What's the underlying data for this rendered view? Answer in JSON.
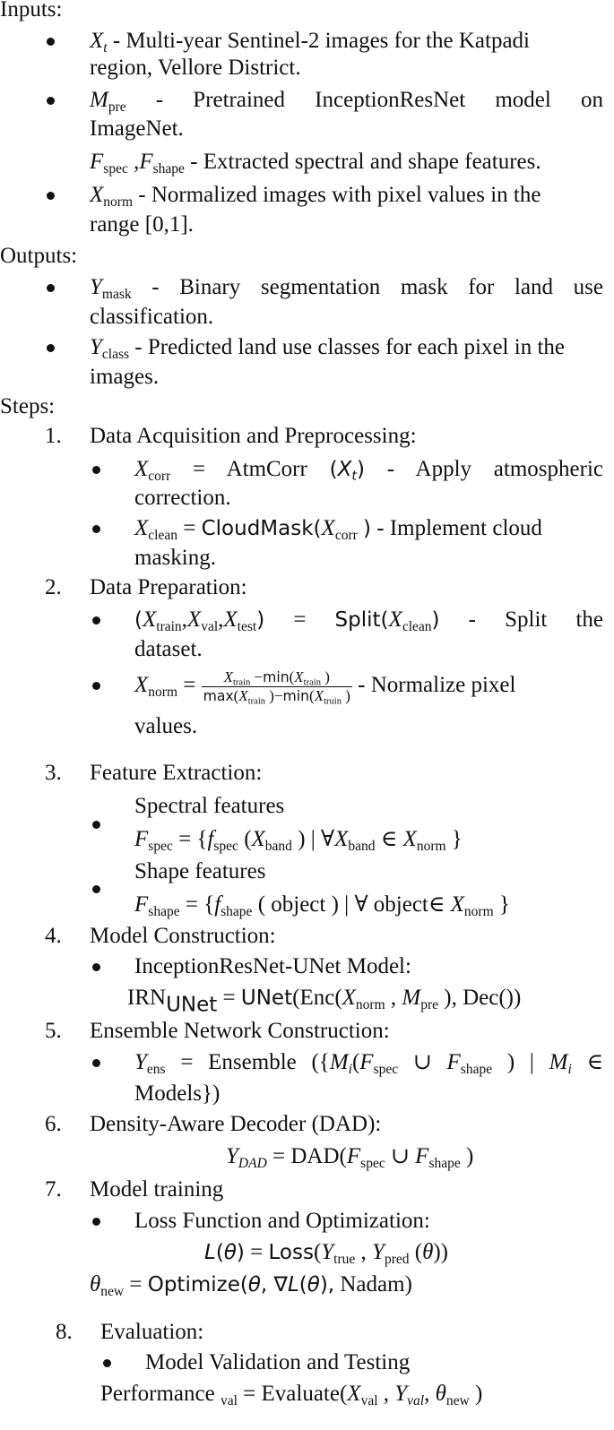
{
  "inputs": {
    "heading": "Inputs:",
    "items": [
      {
        "symbol": "X",
        "sub": "t",
        "text": "- Multi-year  Sentinel-2 images for the Katpadi",
        "cont": "region, Vellore District."
      },
      {
        "symbol": "M",
        "sub": "pre",
        "text": "-  Pretrained  InceptionResNet  model  on",
        "cont": "ImageNet."
      },
      {
        "symbol": "F",
        "sub": "spec",
        "symbol2": "F",
        "sub2": "shape",
        "text": "- Extracted spectral and shape features."
      },
      {
        "symbol": "X",
        "sub": "norm",
        "text": "- Normalized images with pixel values in the",
        "cont": "range [0,1]."
      }
    ]
  },
  "outputs": {
    "heading": "Outputs:",
    "items": [
      {
        "symbol": "Y",
        "sub": "mask",
        "text": "-  Binary  segmentation  mask  for  land  use",
        "cont": "classification."
      },
      {
        "symbol": "Y",
        "sub": "class",
        "text": "- Predicted land use classes for each pixel in the",
        "cont": "images."
      }
    ]
  },
  "steps": {
    "heading": "Steps:",
    "list": [
      {
        "num": "1.",
        "title": "Data Acquisition and Preprocessing:",
        "bullets": [
          {
            "eq": "X_corr = AtmCorr (X_t)",
            "text": "- Apply atmospheric",
            "cont": "correction."
          },
          {
            "eq": "X_clean = CloudMask(X_corr)",
            "text": "- Implement cloud",
            "cont": "masking."
          }
        ]
      },
      {
        "num": "2.",
        "title": "Data Preparation:",
        "bullets": [
          {
            "eq": "(X_train, X_val, X_test) = Split(X_clean)",
            "text": "-  Split  the",
            "cont": "dataset."
          },
          {
            "eq": "X_norm = (X_train − min(X_train)) / (max(X_train) − min(X_truin))",
            "text": "- Normalize pixel",
            "cont": "values."
          }
        ]
      },
      {
        "num": "3.",
        "title": "Feature Extraction:",
        "bullets": [
          {
            "label": "Spectral features",
            "eq": "F_spec = {f_spec (X_band) | ∀X_band ∈ X_norm}"
          },
          {
            "label": "Shape features",
            "eq": "F_shape = {f_shape ( object ) | ∀ object∈ X_norm}"
          }
        ]
      },
      {
        "num": "4.",
        "title": "Model Construction:",
        "bullets": [
          {
            "label": "InceptionResNet-UNet Model:",
            "eq": "IRN_UNet = UNet(Enc(X_norm, M_pre), Dec())"
          }
        ]
      },
      {
        "num": "5.",
        "title": "Ensemble Network Construction:",
        "bullets": [
          {
            "eq": "Y_ens = Ensemble ({M_i(F_spec ∪ F_shape) | M_i ∈ Models})"
          }
        ]
      },
      {
        "num": "6.",
        "title": "Density-Aware Decoder (DAD):",
        "eq": "Y_DAD = DAD(F_spec ∪ F_shape)"
      },
      {
        "num": "7.",
        "title": "Model training",
        "bullets": [
          {
            "label": "Loss Function and Optimization:",
            "eq": "L(θ) = Loss(Y_true, Y_pred (θ))"
          }
        ],
        "eq2": "θ_new = Optimize(θ, ∇L(θ), Nadam)"
      },
      {
        "num": "8.",
        "title": "Evaluation:",
        "bullets": [
          {
            "label": "Model Validation and Testing",
            "eq": "Performance_val = Evaluate(X_val, Y_val, θ_new)"
          }
        ]
      }
    ]
  },
  "tokens": {
    "X": "X",
    "M": "M",
    "F": "F",
    "Y": "Y",
    "f": "f",
    "L": "L",
    "theta": "θ",
    "eq": "=",
    "comma": ",",
    "lp": "(",
    "rp": ")",
    "lb": "{",
    "rb": "}",
    "bar": "|",
    "forall": "∀",
    "in": "∈",
    "cup": "∪",
    "nabla": "∇",
    "minus": "−",
    "AtmCorr": "AtmCorr",
    "CloudMask": "CloudMask",
    "Split": "Split",
    "min": "min",
    "max": "max",
    "UNet": "UNet",
    "Enc": "Enc",
    "Dec": "Dec()",
    "IRN": "IRN",
    "Ensemble": "Ensemble",
    "Models": "Models})",
    "DAD": "DAD",
    "Loss": "Loss",
    "Optimize": "Optimize",
    "Nadam": "Nadam",
    "Evaluate": "Evaluate",
    "Performance": "Performance",
    "object": "object",
    "s_t": "t",
    "s_pre": "pre",
    "s_spec": "spec",
    "s_shape": "shape",
    "s_norm": "norm",
    "s_mask": "mask",
    "s_class": "class",
    "s_corr": "corr",
    "s_clean": "clean",
    "s_train": "train",
    "s_val": "val",
    "s_test": "test",
    "s_truin": "truin",
    "s_band": "band",
    "s_UNet": "UNet",
    "s_ens": "ens",
    "s_i": "i",
    "s_DAD": "DAD",
    "s_true": "true",
    "s_pred": "pred",
    "s_new": "new"
  }
}
